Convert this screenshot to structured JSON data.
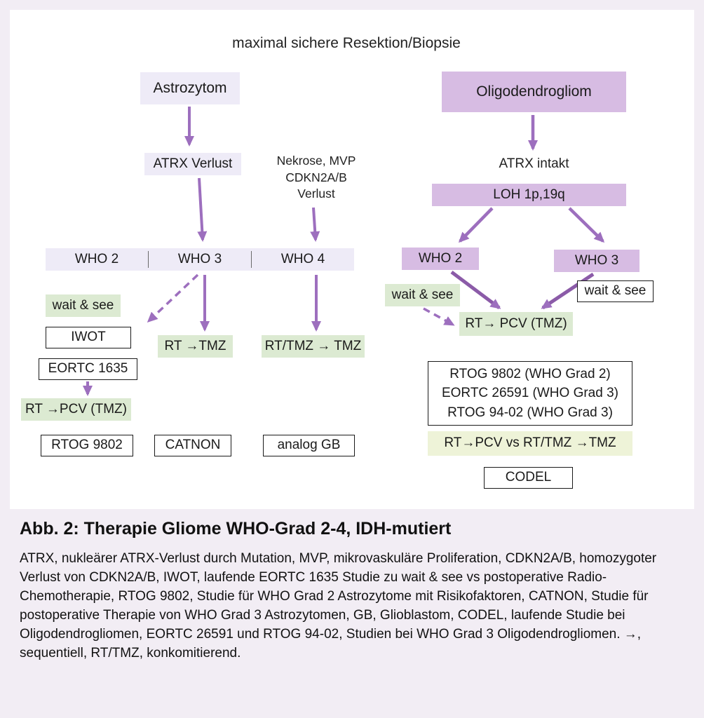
{
  "colors": {
    "outer_background": "#f2edf4",
    "panel_background": "#ffffff",
    "light_lavender_box": "#eeebf7",
    "purple_box": "#d7bce3",
    "green_box": "#dcead2",
    "yellow_green_box": "#eef3d8",
    "arrow_purple": "#9d6fbe",
    "box_border": "#1a1a1a"
  },
  "diagram": {
    "title": "maximal sichere Resektion/Biopsie",
    "astro": {
      "header": "Astrozytom",
      "atrx": "ATRX Verlust",
      "nekrose_line1": "Nekrose, MVP",
      "nekrose_line2": "CDKN2A/B",
      "nekrose_line3": "Verlust",
      "who2": "WHO 2",
      "who3": "WHO 3",
      "who4": "WHO 4",
      "wait_and_see": "wait & see",
      "iwot": "IWOT",
      "eortc": "EORTC 1635",
      "rt_pcv": "RT →PCV (TMZ)",
      "rtog": "RTOG 9802",
      "rt_tmz": "RT →TMZ",
      "catnon": "CATNON",
      "rttmz_tmz": "RT/TMZ → TMZ",
      "analog_gb": "analog GB"
    },
    "oligo": {
      "header": "Oligodendrogliom",
      "atrx": "ATRX intakt",
      "loh": "LOH 1p,19q",
      "who2": "WHO 2",
      "who3": "WHO 3",
      "wait_and_see_left": "wait & see",
      "wait_and_see_right": "wait & see",
      "rt_pcv": "RT→ PCV (TMZ)",
      "studies_line1": "RTOG 9802 (WHO Grad 2)",
      "studies_line2": "EORTC 26591 (WHO  Grad 3)",
      "studies_line3": "RTOG 94-02 (WHO Grad 3)",
      "comparison": "RT→PCV vs RT/TMZ →TMZ",
      "codel": "CODEL"
    }
  },
  "caption": {
    "heading": "Abb. 2: Therapie Gliome WHO-Grad 2-4, IDH-mutiert",
    "body": "ATRX, nukleärer ATRX-Verlust durch Mutation, MVP, mikrovaskuläre Proliferation, CDKN2A/B, homozygoter Verlust von CDKN2A/B, IWOT, laufende EORTC 1635 Studie zu wait & see vs postoperative Radio-Chemotherapie, RTOG 9802, Studie für WHO Grad 2 Astrozytome mit Risikofaktoren, CATNON, Studie für postoperative Therapie von WHO Grad 3 Astrozytomen, GB, Glioblastom, CODEL, laufende Studie bei Oligodendrogliomen, EORTC 26591 und RTOG 94-02, Studien bei WHO Grad 3 Oligodendrogliomen. →, sequentiell, RT/TMZ, konkomitierend."
  }
}
